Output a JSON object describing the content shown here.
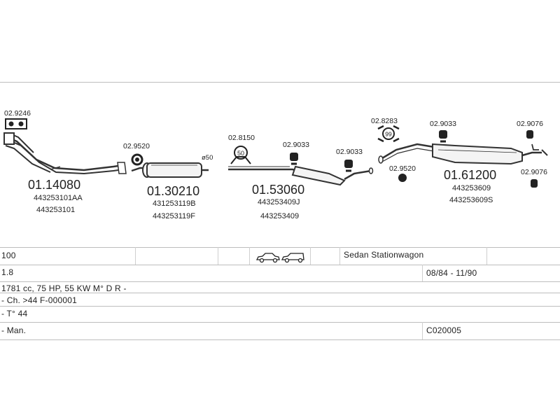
{
  "diagram": {
    "labels": {
      "p1_code": "02.9246",
      "p1_num": "01.14080",
      "p1_oem1": "443253101AA",
      "p1_oem2": "443253101",
      "p2_code": "02.9520",
      "p2_num": "01.30210",
      "p2_oem1": "431253119B",
      "p2_oem2": "443253119F",
      "p2_dim": "ø50",
      "p3_code_a": "02.8150",
      "p3_code_b": "02.9033",
      "p3_code_c": "02.9033",
      "p3_num": "01.53060",
      "p3_oem1": "443253409J",
      "p3_oem2": "443253409",
      "p4_code_a": "02.8283",
      "p4_code_b": "02.9033",
      "p4_code_c": "02.9520",
      "p4_code_d": "02.9076",
      "p4_code_e": "02.9076",
      "p4_num": "01.61200",
      "p4_oem1": "443253609",
      "p4_oem2": "443253609S",
      "clamp_50": "50",
      "clamp_99": "99"
    }
  },
  "table": {
    "r1": {
      "model": "100",
      "body_type": "Sedan  Stationwagon"
    },
    "r2": {
      "engine": "1.8",
      "years": "08/84 - 11/90"
    },
    "r3": {
      "spec": "1781 cc, 75 HP, 55 KW M° D R -"
    },
    "r4": {
      "chassis": "- Ch. >44 F-000001"
    },
    "r5": {
      "type": "- T° 44"
    },
    "r6": {
      "transmission": "- Man.",
      "code": "C020005"
    }
  }
}
